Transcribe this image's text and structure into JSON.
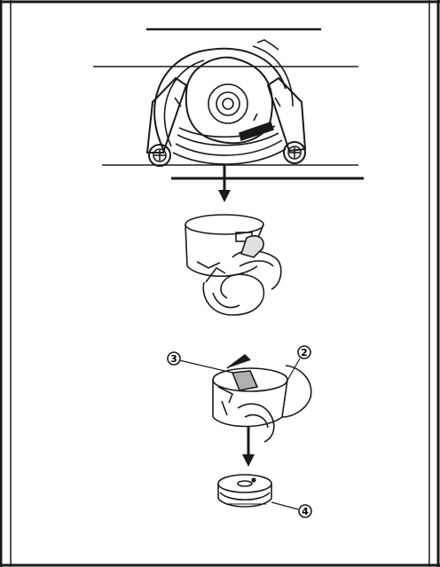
{
  "callouts": {
    "c2": "2",
    "c3": "3",
    "c4": "4"
  },
  "colors": {
    "ink": "#1a1a1a",
    "paper": "#ffffff"
  }
}
